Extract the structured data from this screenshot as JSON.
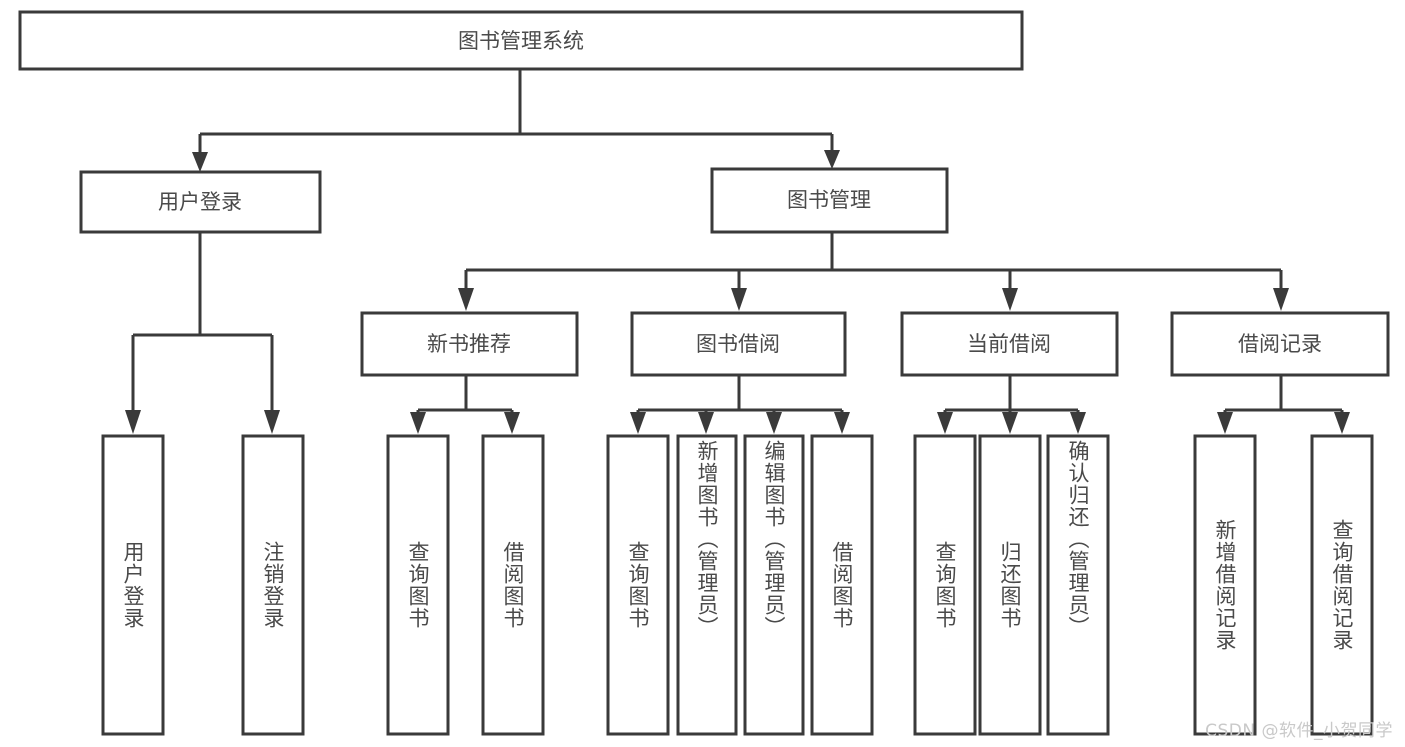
{
  "diagram": {
    "type": "tree",
    "title": "图书管理系统",
    "root": {
      "id": "root",
      "label": "图书管理系统",
      "orientation": "horizontal"
    },
    "level2": [
      {
        "id": "user-login",
        "label": "用户登录",
        "orientation": "horizontal"
      },
      {
        "id": "book-management",
        "label": "图书管理",
        "orientation": "horizontal"
      }
    ],
    "level3": [
      {
        "id": "new-book-recommend",
        "label": "新书推荐",
        "orientation": "horizontal",
        "parent": "book-management"
      },
      {
        "id": "book-borrow",
        "label": "图书借阅",
        "orientation": "horizontal",
        "parent": "book-management"
      },
      {
        "id": "current-borrow",
        "label": "当前借阅",
        "orientation": "horizontal",
        "parent": "book-management"
      },
      {
        "id": "borrow-record",
        "label": "借阅记录",
        "orientation": "horizontal",
        "parent": "book-management"
      }
    ],
    "leaves": [
      {
        "id": "leaf-user-login",
        "label": "用户登录",
        "parent": "user-login",
        "orientation": "vertical"
      },
      {
        "id": "leaf-logout-login",
        "label": "注销登录",
        "parent": "user-login",
        "orientation": "vertical"
      },
      {
        "id": "leaf-query-book-1",
        "label": "查询图书",
        "parent": "new-book-recommend",
        "orientation": "vertical"
      },
      {
        "id": "leaf-borrow-book-1",
        "label": "借阅图书",
        "parent": "new-book-recommend",
        "orientation": "vertical"
      },
      {
        "id": "leaf-query-book-2",
        "label": "查询图书",
        "parent": "book-borrow",
        "orientation": "vertical"
      },
      {
        "id": "leaf-add-book",
        "label": "新增图书（管理员）",
        "parent": "book-borrow",
        "orientation": "vertical"
      },
      {
        "id": "leaf-edit-book",
        "label": "编辑图书（管理员）",
        "parent": "book-borrow",
        "orientation": "vertical"
      },
      {
        "id": "leaf-borrow-book-2",
        "label": "借阅图书",
        "parent": "book-borrow",
        "orientation": "vertical"
      },
      {
        "id": "leaf-query-book-3",
        "label": "查询图书",
        "parent": "current-borrow",
        "orientation": "vertical"
      },
      {
        "id": "leaf-return-book",
        "label": "归还图书",
        "parent": "current-borrow",
        "orientation": "vertical"
      },
      {
        "id": "leaf-confirm-return",
        "label": "确认归还（管理员）",
        "parent": "current-borrow",
        "orientation": "vertical"
      },
      {
        "id": "leaf-add-record",
        "label": "新增借阅记录",
        "parent": "borrow-record",
        "orientation": "vertical"
      },
      {
        "id": "leaf-query-record",
        "label": "查询借阅记录",
        "parent": "borrow-record",
        "orientation": "vertical"
      }
    ],
    "colors": {
      "box_stroke": "#3a3a3a",
      "box_fill": "#ffffff",
      "text": "#4a4a4a",
      "connector": "#3a3a3a",
      "background": "#ffffff",
      "watermark": "#c9c9c9"
    }
  },
  "watermark": {
    "text": "CSDN @软件_小贺同学"
  }
}
